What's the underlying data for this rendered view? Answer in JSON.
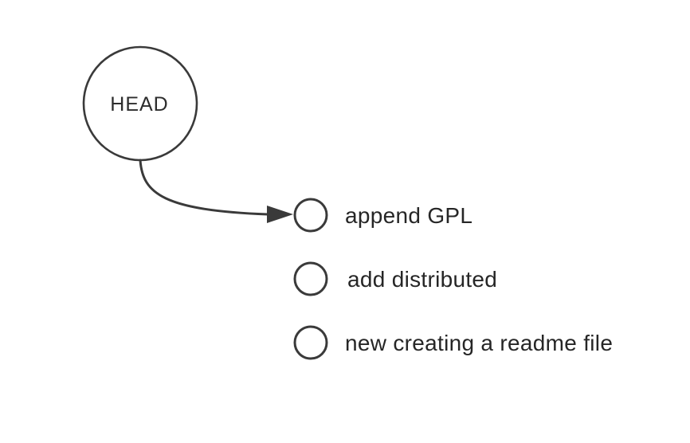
{
  "diagram": {
    "kind": "git-commit-graph",
    "colors": {
      "background": "#ffffff",
      "stroke": "#3a3a3a",
      "text": "#262626"
    },
    "head_node": {
      "label": "HEAD"
    },
    "commits": [
      {
        "label": "append GPL"
      },
      {
        "label": "add distributed"
      },
      {
        "label": "new creating a readme file"
      }
    ]
  }
}
